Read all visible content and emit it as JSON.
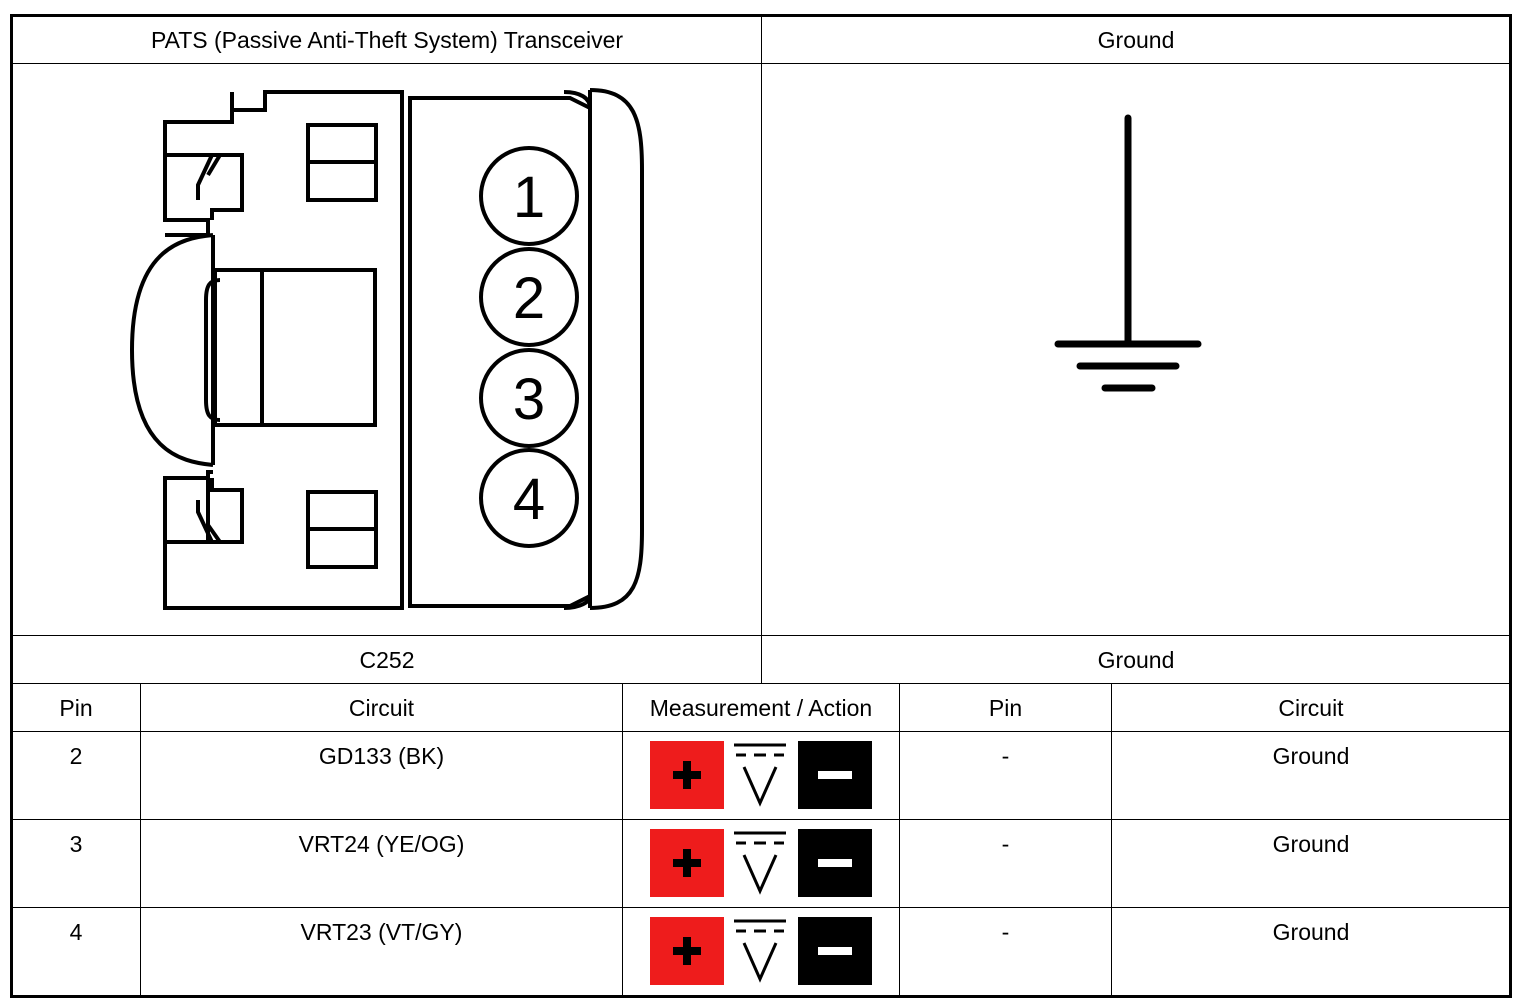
{
  "header": {
    "left_title": "PATS (Passive Anti-Theft System) Transceiver",
    "right_title": "Ground"
  },
  "connector": {
    "pins": [
      "1",
      "2",
      "3",
      "4"
    ]
  },
  "subheader": {
    "left_label": "C252",
    "right_label": "Ground"
  },
  "table": {
    "columns": [
      "Pin",
      "Circuit",
      "Measurement / Action",
      "Pin",
      "Circuit"
    ],
    "rows": [
      {
        "pin": "2",
        "circuit": "GD133 (BK)",
        "pin2": "-",
        "circuit2": "Ground"
      },
      {
        "pin": "3",
        "circuit": "VRT24 (YE/OG)",
        "pin2": "-",
        "circuit2": "Ground"
      },
      {
        "pin": "4",
        "circuit": "VRT23 (VT/GY)",
        "pin2": "-",
        "circuit2": "Ground"
      }
    ]
  },
  "icons": {
    "meter_positive_color": "#ee1c1c",
    "meter_negative_color": "#000000",
    "meter_icon_name": "dc-voltmeter-icon"
  }
}
